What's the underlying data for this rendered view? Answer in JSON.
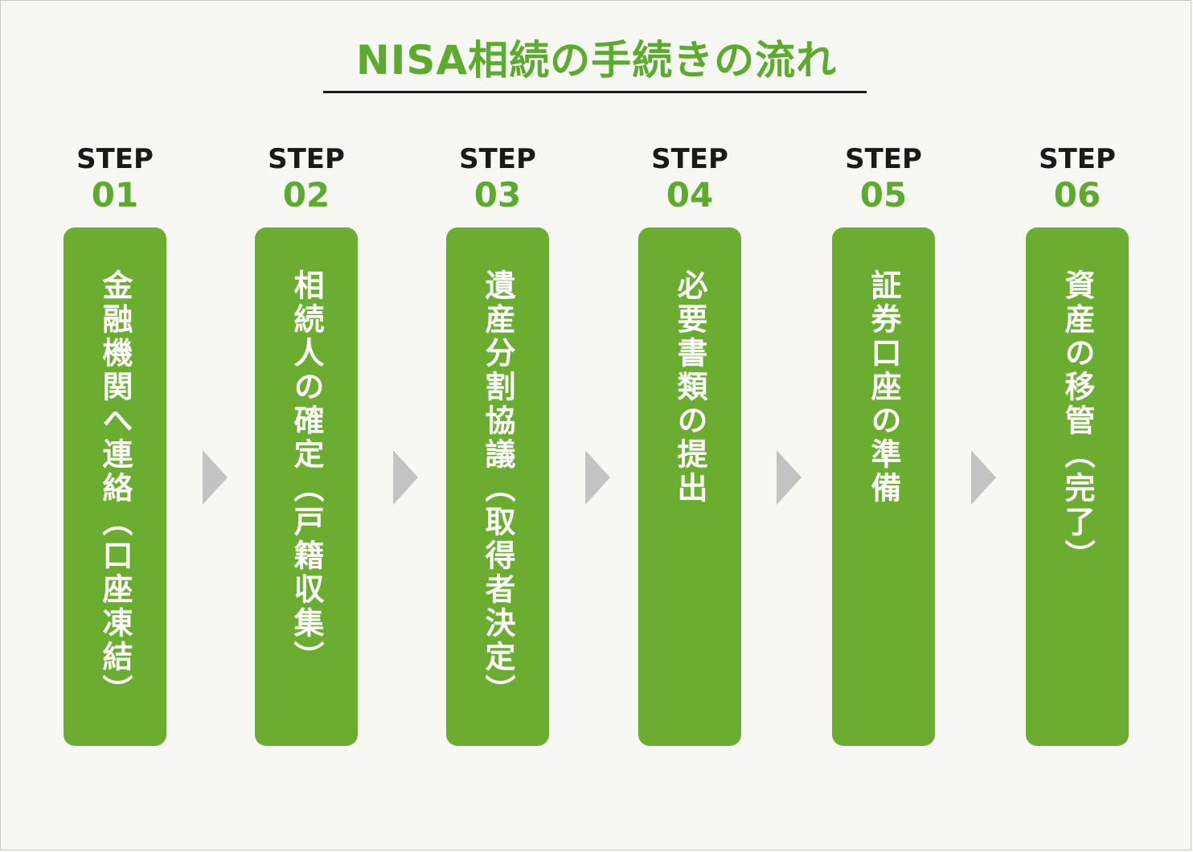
{
  "title": "NISA相続の手続きの流れ",
  "colors": {
    "accent": "#5cab2e",
    "box": "#6aad31",
    "arrow": "#c3c3c3",
    "background": "#f7f7f3"
  },
  "steps": [
    {
      "label": "STEP",
      "number": "01",
      "text": "金融機関へ連絡（口座凍結）"
    },
    {
      "label": "STEP",
      "number": "02",
      "text": "相続人の確定（戸籍収集）"
    },
    {
      "label": "STEP",
      "number": "03",
      "text": "遺産分割協議（取得者決定）"
    },
    {
      "label": "STEP",
      "number": "04",
      "text": "必要書類の提出"
    },
    {
      "label": "STEP",
      "number": "05",
      "text": "証券口座の準備"
    },
    {
      "label": "STEP",
      "number": "06",
      "text": "資産の移管（完了）"
    }
  ],
  "arrows": [
    "chevron-right-icon",
    "chevron-right-icon",
    "chevron-right-icon",
    "chevron-right-icon",
    "chevron-right-icon"
  ]
}
